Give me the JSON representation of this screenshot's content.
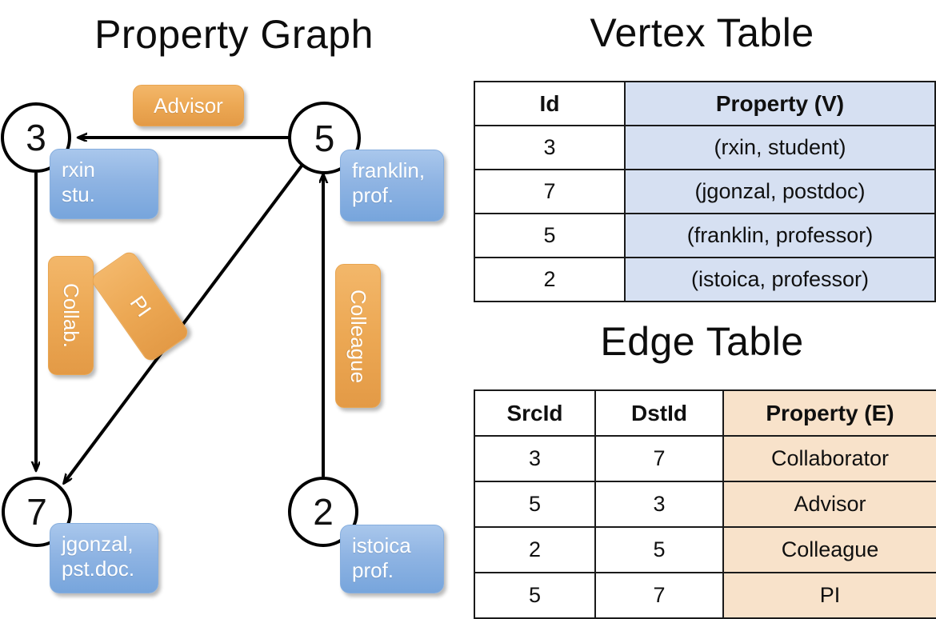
{
  "graph_panel": {
    "title": "Property Graph",
    "nodes": [
      {
        "id": "3",
        "property_label": "rxin\nstu.",
        "line1": "rxin",
        "line2": "stu."
      },
      {
        "id": "5",
        "property_label": "franklin, prof.",
        "line1": "franklin,",
        "line2": "prof."
      },
      {
        "id": "7",
        "property_label": "jgonzal, pst.doc.",
        "line1": "jgonzal,",
        "line2": "pst.doc."
      },
      {
        "id": "2",
        "property_label": "istoica prof.",
        "line1": "istoica",
        "line2": "prof."
      }
    ],
    "edge_labels": [
      {
        "name": "advisor-label",
        "text": "Advisor",
        "orientation": "horizontal"
      },
      {
        "name": "collab-label",
        "text": "Collab.",
        "orientation": "vertical"
      },
      {
        "name": "pi-label",
        "text": "PI",
        "orientation": "diagonal"
      },
      {
        "name": "colleague-label",
        "text": "Colleague",
        "orientation": "vertical"
      }
    ],
    "edges": [
      {
        "from": "5",
        "to": "3",
        "label": "Advisor"
      },
      {
        "from": "3",
        "to": "7",
        "label": "Collab."
      },
      {
        "from": "5",
        "to": "7",
        "label": "PI"
      },
      {
        "from": "2",
        "to": "5",
        "label": "Colleague"
      }
    ]
  },
  "vertex_table": {
    "title": "Vertex Table",
    "headers": [
      "Id",
      "Property (V)"
    ],
    "rows": [
      {
        "id": "3",
        "property": "(rxin, student)"
      },
      {
        "id": "7",
        "property": "(jgonzal, postdoc)"
      },
      {
        "id": "5",
        "property": "(franklin, professor)"
      },
      {
        "id": "2",
        "property": "(istoica, professor)"
      }
    ]
  },
  "edge_table": {
    "title": "Edge Table",
    "headers": [
      "SrcId",
      "DstId",
      "Property (E)"
    ],
    "rows": [
      {
        "src": "3",
        "dst": "7",
        "property": "Collaborator"
      },
      {
        "src": "5",
        "dst": "3",
        "property": "Advisor"
      },
      {
        "src": "2",
        "dst": "5",
        "property": "Colleague"
      },
      {
        "src": "5",
        "dst": "7",
        "property": "PI"
      }
    ]
  },
  "colors": {
    "vertex_property_fill": "#d6e0f2",
    "edge_property_fill": "#f8e2ca",
    "node_box_blue": "#8fb4e3",
    "edge_label_orange": "#eca854",
    "stroke": "#000000",
    "background": "#ffffff"
  }
}
